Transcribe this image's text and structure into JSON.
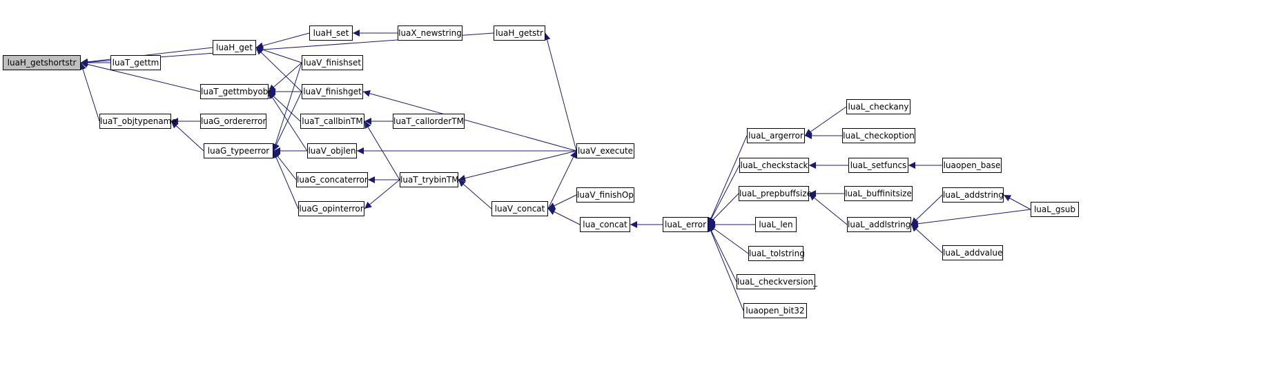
{
  "graph": {
    "edge_color": "#191970",
    "root_fill": "#bfbfbf",
    "nodes": [
      {
        "id": "getshortstr",
        "label": "luaH_getshortstr",
        "root": true
      },
      {
        "id": "getstr",
        "label": "luaH_getstr"
      },
      {
        "id": "gettm",
        "label": "luaT_gettm"
      },
      {
        "id": "hget",
        "label": "luaH_get"
      },
      {
        "id": "hset",
        "label": "luaH_set"
      },
      {
        "id": "newstring",
        "label": "luaX_newstring"
      },
      {
        "id": "finishset",
        "label": "luaV_finishset"
      },
      {
        "id": "gettmbyobj",
        "label": "luaT_gettmbyobj"
      },
      {
        "id": "finishget",
        "label": "luaV_finishget"
      },
      {
        "id": "objtypename",
        "label": "luaT_objtypename"
      },
      {
        "id": "ordererror",
        "label": "luaG_ordererror"
      },
      {
        "id": "callbinTM",
        "label": "luaT_callbinTM"
      },
      {
        "id": "callorderTM",
        "label": "luaT_callorderTM"
      },
      {
        "id": "typeerror",
        "label": "luaG_typeerror"
      },
      {
        "id": "objlen",
        "label": "luaV_objlen"
      },
      {
        "id": "execute",
        "label": "luaV_execute"
      },
      {
        "id": "concaterror",
        "label": "luaG_concaterror"
      },
      {
        "id": "trybinTM",
        "label": "luaT_trybinTM"
      },
      {
        "id": "opinterror",
        "label": "luaG_opinterror"
      },
      {
        "id": "vconcat",
        "label": "luaV_concat"
      },
      {
        "id": "finishOp",
        "label": "luaV_finishOp"
      },
      {
        "id": "luaconcat",
        "label": "lua_concat"
      },
      {
        "id": "lerror",
        "label": "luaL_error"
      },
      {
        "id": "argerror",
        "label": "luaL_argerror"
      },
      {
        "id": "checkany",
        "label": "luaL_checkany"
      },
      {
        "id": "checkoption",
        "label": "luaL_checkoption"
      },
      {
        "id": "checkstack",
        "label": "luaL_checkstack"
      },
      {
        "id": "setfuncs",
        "label": "luaL_setfuncs"
      },
      {
        "id": "openbase",
        "label": "luaopen_base"
      },
      {
        "id": "prepbuffsize",
        "label": "luaL_prepbuffsize"
      },
      {
        "id": "buffinitsize",
        "label": "luaL_buffinitsize"
      },
      {
        "id": "addlstring",
        "label": "luaL_addlstring"
      },
      {
        "id": "addstring",
        "label": "luaL_addstring"
      },
      {
        "id": "gsub",
        "label": "luaL_gsub"
      },
      {
        "id": "addvalue",
        "label": "luaL_addvalue"
      },
      {
        "id": "llen",
        "label": "luaL_len"
      },
      {
        "id": "tolstring",
        "label": "luaL_tolstring"
      },
      {
        "id": "checkversion",
        "label": "luaL_checkversion_"
      },
      {
        "id": "openbit32",
        "label": "luaopen_bit32"
      }
    ],
    "edges": [
      {
        "from": "getstr",
        "to": "getshortstr"
      },
      {
        "from": "gettm",
        "to": "getshortstr"
      },
      {
        "from": "hget",
        "to": "getshortstr"
      },
      {
        "from": "gettmbyobj",
        "to": "getshortstr"
      },
      {
        "from": "objtypename",
        "to": "getshortstr"
      },
      {
        "from": "hset",
        "to": "hget"
      },
      {
        "from": "finishset",
        "to": "hget"
      },
      {
        "from": "finishget",
        "to": "hget"
      },
      {
        "from": "newstring",
        "to": "hset"
      },
      {
        "from": "execute",
        "to": "getstr"
      },
      {
        "from": "finishset",
        "to": "gettmbyobj"
      },
      {
        "from": "finishget",
        "to": "gettmbyobj"
      },
      {
        "from": "callbinTM",
        "to": "gettmbyobj"
      },
      {
        "from": "objlen",
        "to": "gettmbyobj"
      },
      {
        "from": "ordererror",
        "to": "objtypename"
      },
      {
        "from": "typeerror",
        "to": "objtypename"
      },
      {
        "from": "finishset",
        "to": "typeerror"
      },
      {
        "from": "finishget",
        "to": "typeerror"
      },
      {
        "from": "objlen",
        "to": "typeerror"
      },
      {
        "from": "concaterror",
        "to": "typeerror"
      },
      {
        "from": "opinterror",
        "to": "typeerror"
      },
      {
        "from": "callorderTM",
        "to": "callbinTM"
      },
      {
        "from": "trybinTM",
        "to": "callbinTM"
      },
      {
        "from": "execute",
        "to": "finishget"
      },
      {
        "from": "execute",
        "to": "objlen"
      },
      {
        "from": "trybinTM",
        "to": "concaterror"
      },
      {
        "from": "trybinTM",
        "to": "opinterror"
      },
      {
        "from": "execute",
        "to": "trybinTM"
      },
      {
        "from": "vconcat",
        "to": "trybinTM"
      },
      {
        "from": "vconcat",
        "to": "execute"
      },
      {
        "from": "finishOp",
        "to": "vconcat"
      },
      {
        "from": "luaconcat",
        "to": "vconcat"
      },
      {
        "from": "lerror",
        "to": "luaconcat"
      },
      {
        "from": "argerror",
        "to": "lerror"
      },
      {
        "from": "checkstack",
        "to": "lerror"
      },
      {
        "from": "prepbuffsize",
        "to": "lerror"
      },
      {
        "from": "llen",
        "to": "lerror"
      },
      {
        "from": "tolstring",
        "to": "lerror"
      },
      {
        "from": "checkversion",
        "to": "lerror"
      },
      {
        "from": "openbit32",
        "to": "lerror"
      },
      {
        "from": "checkany",
        "to": "argerror"
      },
      {
        "from": "checkoption",
        "to": "argerror"
      },
      {
        "from": "setfuncs",
        "to": "checkstack"
      },
      {
        "from": "openbase",
        "to": "setfuncs"
      },
      {
        "from": "buffinitsize",
        "to": "prepbuffsize"
      },
      {
        "from": "addlstring",
        "to": "prepbuffsize"
      },
      {
        "from": "addstring",
        "to": "addlstring"
      },
      {
        "from": "gsub",
        "to": "addlstring"
      },
      {
        "from": "addvalue",
        "to": "addlstring"
      },
      {
        "from": "gsub",
        "to": "addstring"
      }
    ]
  }
}
